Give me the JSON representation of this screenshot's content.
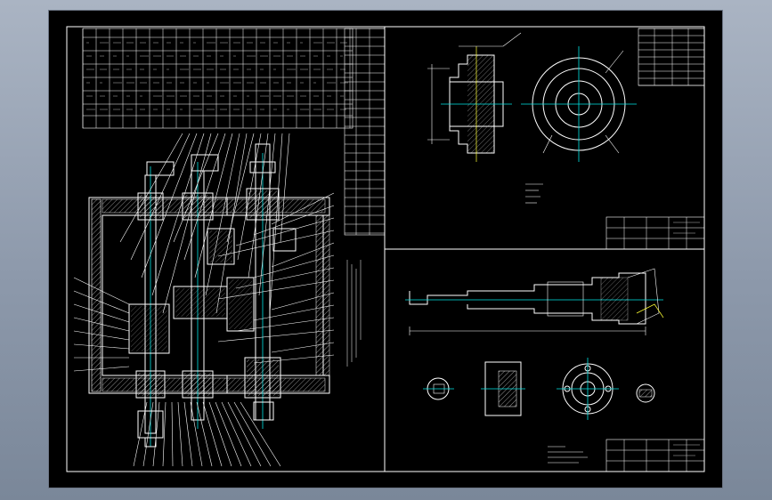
{
  "drawing": {
    "background": "#000000",
    "line_color": "#ffffff",
    "centerline_color": "#00e5e5",
    "accent_color": "#ffff33",
    "frame_color": "#aab4c3"
  },
  "views": [
    {
      "name": "assembly-view"
    },
    {
      "name": "flange-part-view"
    },
    {
      "name": "shaft-part-view"
    }
  ]
}
